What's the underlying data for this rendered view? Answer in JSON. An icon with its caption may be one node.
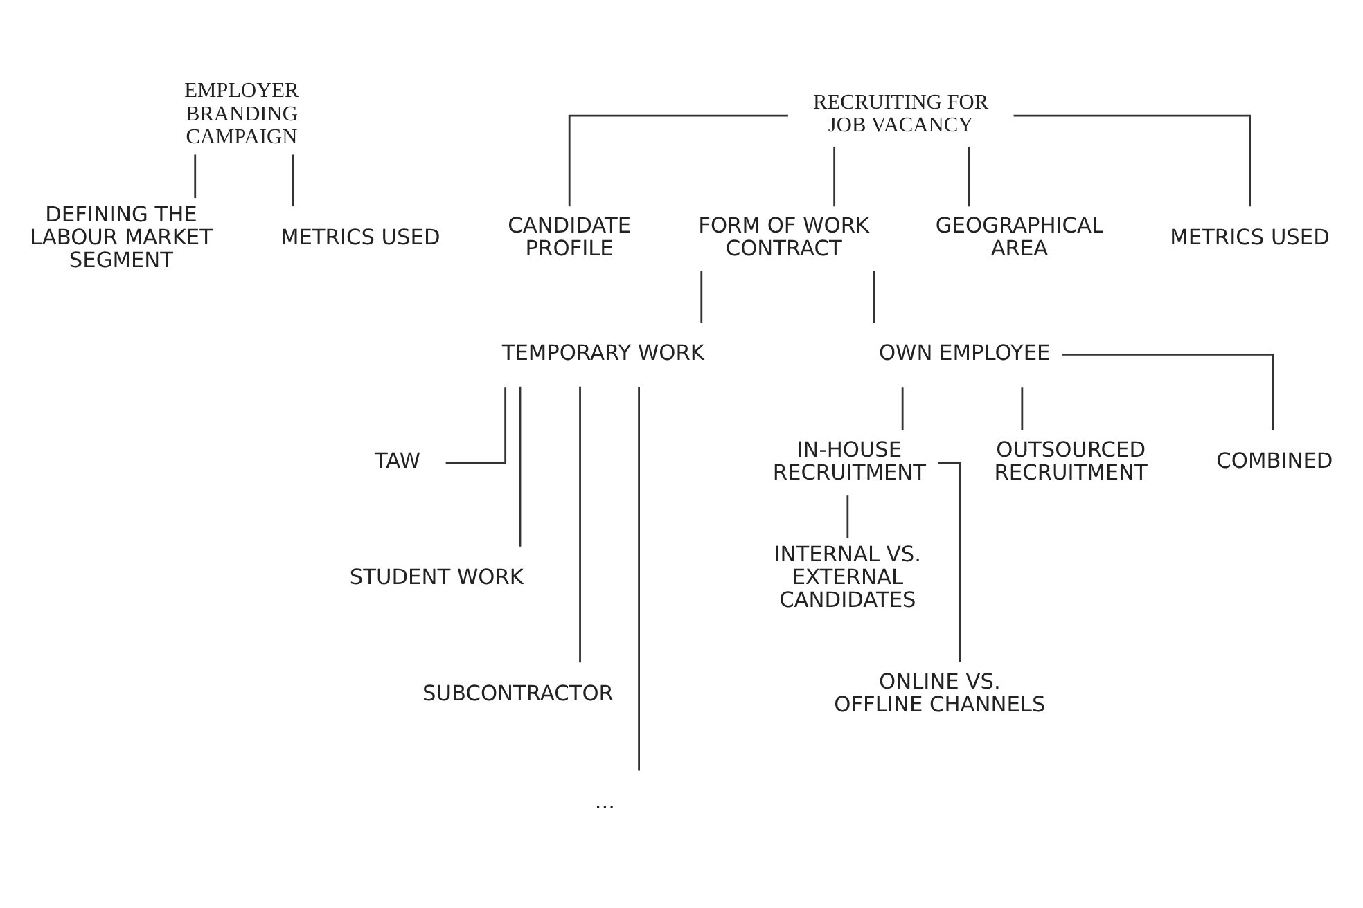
{
  "diagram": {
    "nodes": [
      {
        "text": [
          "EMPLOYER BRANDING CAMPAIGN"
        ]
      },
      {
        "text": [
          "DEFINING THE LABOUR MARKET SEGMENT"
        ]
      },
      {
        "text": [
          "METRICS USED"
        ]
      },
      {
        "text": [
          "RECRUITING FOR JOB VACANCY"
        ]
      },
      {
        "text": [
          "CANDIDATE PROFILE"
        ]
      },
      {
        "text": [
          "FORM OF WORK CONTRACT"
        ]
      },
      {
        "text": [
          "GEOGRAPHICAL AREA"
        ]
      },
      {
        "text": [
          "METRICS USED"
        ]
      },
      {
        "text": [
          "TEMPORARY WORK"
        ]
      },
      {
        "text": [
          "OWN EMPLOYEE"
        ]
      },
      {
        "text": [
          "TAW"
        ]
      },
      {
        "text": [
          "STUDENT WORK"
        ]
      },
      {
        "text": [
          "SUBCONTRACTOR"
        ]
      },
      {
        "text": [
          "..."
        ]
      },
      {
        "text": [
          "IN-HOUSE RECRUITMENT"
        ]
      },
      {
        "text": [
          "OUTSOURCED RECRUITMENT"
        ]
      },
      {
        "text": [
          "COMBINED"
        ]
      },
      {
        "text": [
          "INTERNAL VS. EXTERNAL CANDIDATES"
        ]
      },
      {
        "text": [
          "ONLINE VS. OFFLINE CHANNELS"
        ]
      }
    ],
    "edges": [
      {
        "from": 0,
        "to": 1,
        "arrow": "none"
      },
      {
        "from": 0,
        "to": 2,
        "arrow": "none"
      },
      {
        "from": 3,
        "to": 4,
        "arrow": "none"
      },
      {
        "from": 3,
        "to": 5,
        "arrow": "none"
      },
      {
        "from": 3,
        "to": 6,
        "arrow": "none"
      },
      {
        "from": 3,
        "to": 7,
        "arrow": "none"
      },
      {
        "from": 5,
        "to": 8,
        "arrow": "none"
      },
      {
        "from": 5,
        "to": 9,
        "arrow": "none"
      },
      {
        "from": 8,
        "to": 10,
        "arrow": "none"
      },
      {
        "from": 8,
        "to": 11,
        "arrow": "none"
      },
      {
        "from": 8,
        "to": 12,
        "arrow": "none"
      },
      {
        "from": 8,
        "to": 13,
        "arrow": "none"
      },
      {
        "from": 9,
        "to": 14,
        "arrow": "none"
      },
      {
        "from": 9,
        "to": 15,
        "arrow": "none"
      },
      {
        "from": 9,
        "to": 16,
        "arrow": "none"
      },
      {
        "from": 14,
        "to": 17,
        "arrow": "none"
      },
      {
        "from": 14,
        "to": 18,
        "arrow": "none"
      }
    ]
  }
}
